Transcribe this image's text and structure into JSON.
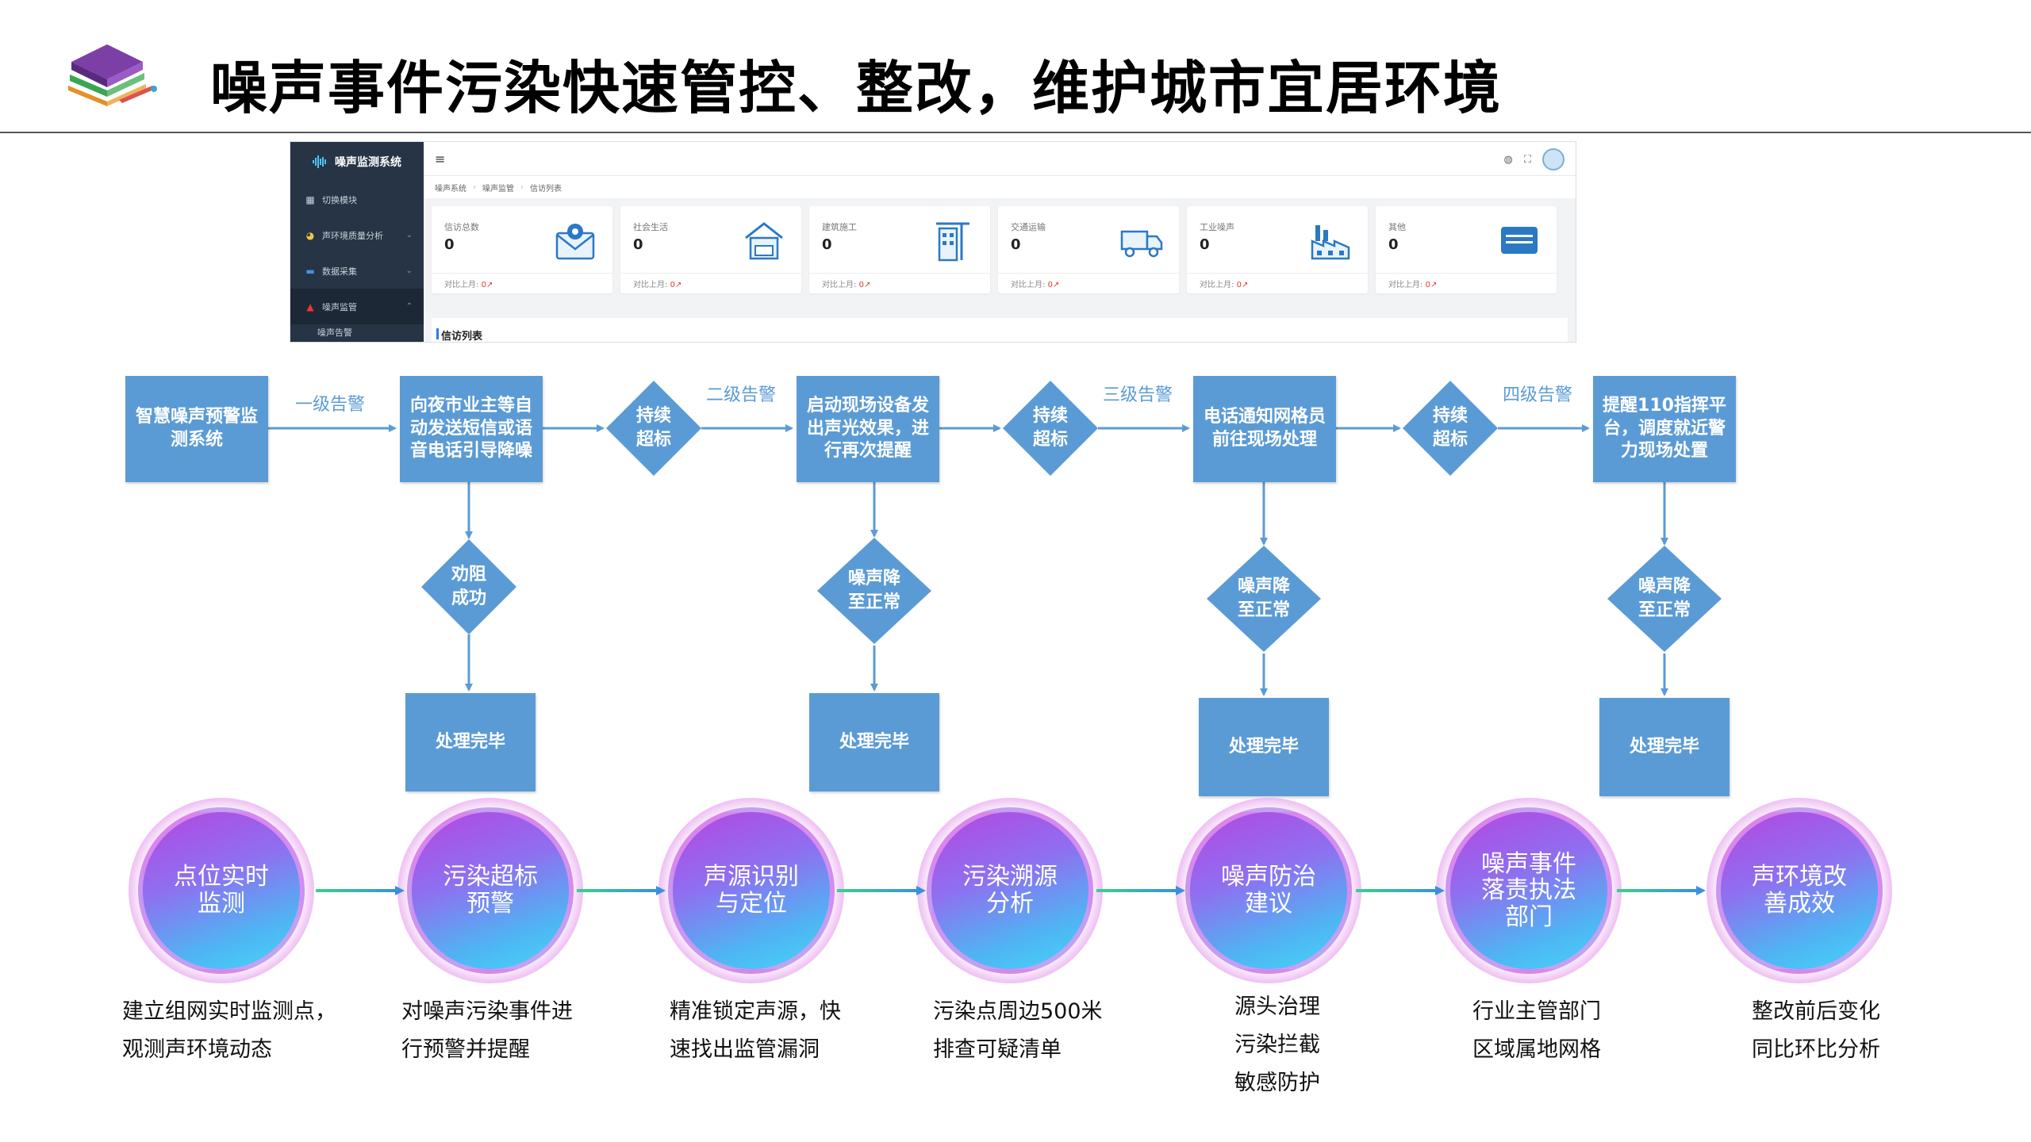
{
  "header": {
    "title": "噪声事件污染快速管控、整改，维护城市宜居环境"
  },
  "app": {
    "brand": "噪声监测系统",
    "menu": [
      {
        "label": "切换模块",
        "icon": "grid-icon",
        "color": "#c9d1db"
      },
      {
        "label": "声环境质量分析",
        "icon": "pie-chart-icon",
        "color": "#f5c542"
      },
      {
        "label": "数据采集",
        "icon": "database-icon",
        "color": "#4a90e2"
      },
      {
        "label": "噪声监管",
        "icon": "warning-icon",
        "color": "#e53935"
      },
      {
        "label": "噪声告警"
      }
    ],
    "topbar": {
      "menu_icon": "≡"
    },
    "breadcrumb": [
      "噪声系统",
      "噪声监管",
      "信访列表"
    ],
    "cards": [
      {
        "label": "信访总数",
        "value": "0",
        "compare_label": "对比上月:",
        "compare_value": "0",
        "icon": "mail-icon"
      },
      {
        "label": "社会生活",
        "value": "0",
        "compare_label": "对比上月:",
        "compare_value": "0",
        "icon": "house-icon"
      },
      {
        "label": "建筑施工",
        "value": "0",
        "compare_label": "对比上月:",
        "compare_value": "0",
        "icon": "building-icon"
      },
      {
        "label": "交通运输",
        "value": "0",
        "compare_label": "对比上月:",
        "compare_value": "0",
        "icon": "truck-icon"
      },
      {
        "label": "工业噪声",
        "value": "0",
        "compare_label": "对比上月:",
        "compare_value": "0",
        "icon": "factory-icon"
      },
      {
        "label": "其他",
        "value": "0",
        "compare_label": "对比上月:",
        "compare_value": "0",
        "icon": "list-box-icon"
      }
    ],
    "list_title": "信访列表"
  },
  "flow": {
    "color": "#5b9bd5",
    "start": "智慧噪声预警监测系统",
    "levels": [
      {
        "alert": "一级告警",
        "action": "向夜市业主等自动发送短信或语音电话引导降噪",
        "check": "劝阻成功",
        "done": "处理完毕"
      },
      {
        "alert": "二级告警",
        "action": "启动现场设备发出声光效果，进行再次提醒",
        "check": "噪声降至正常",
        "done": "处理完毕"
      },
      {
        "alert": "三级告警",
        "action": "电话通知网格员前往现场处理",
        "check": "噪声降至正常",
        "done": "处理完毕"
      },
      {
        "alert": "四级告警",
        "action": "提醒110指挥平台，调度就近警力现场处置",
        "check": "噪声降至正常",
        "done": "处理完毕"
      }
    ],
    "exceed": "持续超标"
  },
  "process": [
    {
      "title": "点位实时监测",
      "desc": "建立组网实时监测点，\n观测声环境动态"
    },
    {
      "title": "污染超标预警",
      "desc": "对噪声污染事件进\n行预警并提醒"
    },
    {
      "title": "声源识别与定位",
      "desc": "精准锁定声源，快\n速找出监管漏洞"
    },
    {
      "title": "污染溯源分析",
      "desc": "污染点周边500米\n排查可疑清单"
    },
    {
      "title": "噪声防治建议",
      "desc": "源头治理\n污染拦截\n敏感防护"
    },
    {
      "title": "噪声事件落责执法部门",
      "desc": "行业主管部门\n区域属地网格"
    },
    {
      "title": "声环境改善成效",
      "desc": "整改前后变化\n同比环比分析"
    }
  ]
}
